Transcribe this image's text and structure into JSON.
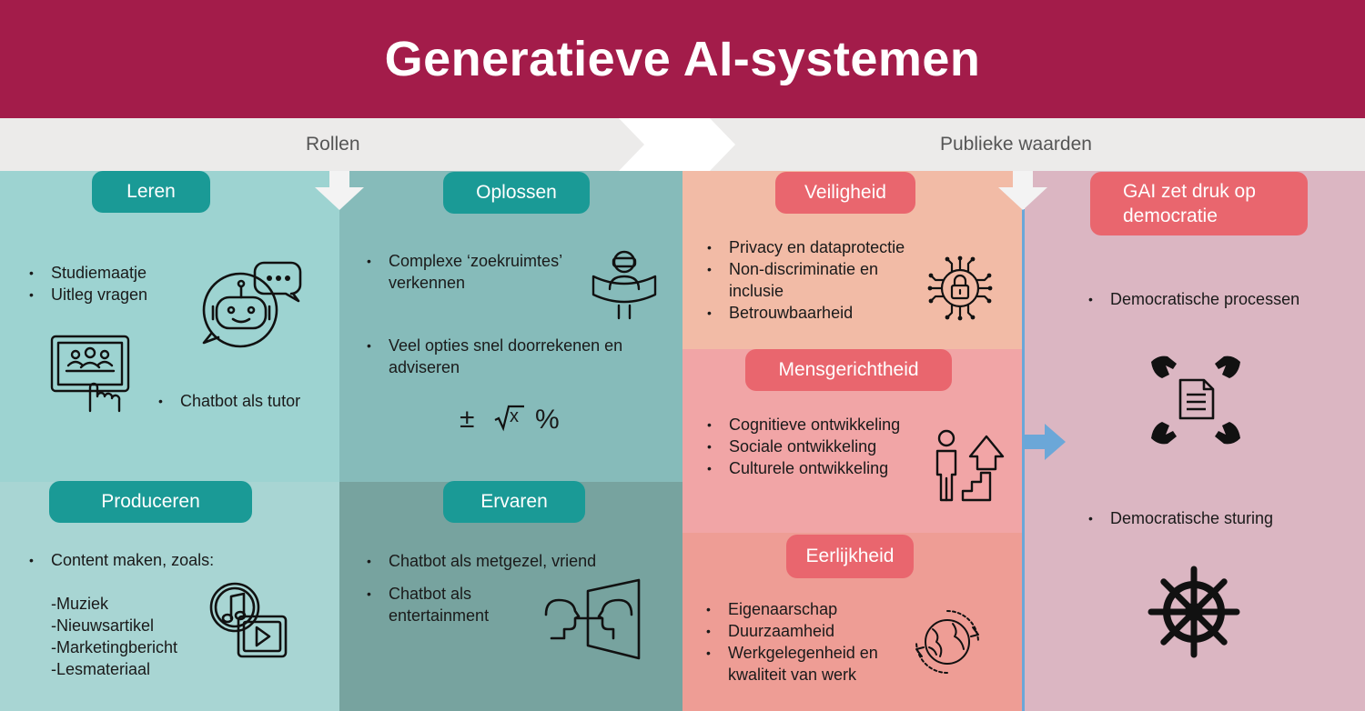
{
  "title": "Generatieve AI-systemen",
  "banner": {
    "left": "Rollen",
    "right": "Publieke waarden"
  },
  "leren": {
    "label": "Leren",
    "items": [
      "Studiemaatje",
      "Uitleg vragen"
    ],
    "extra": "Chatbot als tutor"
  },
  "oplossen": {
    "label": "Oplossen",
    "item1": "Complexe ‘zoekruimtes’ verkennen",
    "item2": "Veel opties snel doorrekenen en adviseren",
    "math_pm": "±",
    "math_x": "x",
    "math_pct": "%"
  },
  "produceren": {
    "label": "Produceren",
    "item": "Content maken, zoals:",
    "list": [
      "-Muziek",
      "-Nieuwsartikel",
      "-Marketingbericht",
      "-Lesmateriaal"
    ]
  },
  "ervaren": {
    "label": "Ervaren",
    "items": [
      "Chatbot als metgezel, vriend",
      "Chatbot als entertainment"
    ]
  },
  "veiligheid": {
    "label": "Veiligheid",
    "items": [
      "Privacy en dataprotectie",
      "Non-discriminatie en inclusie",
      "Betrouwbaarheid"
    ]
  },
  "mensgerichtheid": {
    "label": "Mensgerichtheid",
    "items": [
      "Cognitieve ontwikkeling",
      "Sociale ontwikkeling",
      "Culturele ontwikkeling"
    ]
  },
  "eerlijkheid": {
    "label": "Eerlijkheid",
    "items": [
      "Eigenaarschap",
      "Duurzaamheid",
      "Werkgelegenheid en kwaliteit van werk"
    ]
  },
  "democratie": {
    "label": "GAI zet druk op democratie",
    "item1": "Democratische processen",
    "item2": "Democratische sturing"
  },
  "colors": {
    "header": "#a31c4a",
    "banner": "#ecebea",
    "teal_pill": "#1a9a96",
    "red_pill": "#e9666e",
    "leren_bg": "#9dd3d1",
    "oplossen_bg": "#86bbba",
    "produceren_bg": "#a8d5d3",
    "ervaren_bg": "#77a39f",
    "veiligheid_bg": "#f2bba6",
    "mensgerichtheid_bg": "#f1a5a6",
    "eerlijkheid_bg": "#ee9d95",
    "democratie_bg": "#dbb6c2",
    "divider": "#6ba7d8"
  }
}
